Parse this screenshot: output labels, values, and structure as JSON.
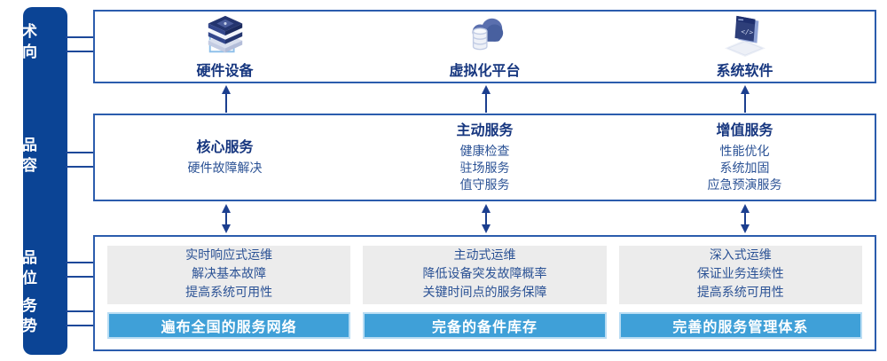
{
  "colors": {
    "sidebar-bg": "#0b4495",
    "box-border": "#2b5cad",
    "title-text": "#16367f",
    "body-text": "#2b5295",
    "banner-bg": "#3fa0d8",
    "panel-gray": "#ececec",
    "arrow": "#1c3f8f"
  },
  "sidebar": {
    "items": [
      {
        "lines": [
          "技术",
          "方向"
        ]
      },
      {
        "lines": [
          "产品",
          "内容"
        ]
      },
      {
        "lines": [
          "产品",
          "定位"
        ]
      },
      {
        "lines": [
          "服务",
          "优势"
        ]
      }
    ]
  },
  "top": {
    "groups": [
      {
        "icon": "server-stack-icon",
        "label": "硬件设备"
      },
      {
        "icon": "cloud-platform-icon",
        "label": "虚拟化平台"
      },
      {
        "icon": "code-window-icon",
        "label": "系统软件"
      }
    ]
  },
  "middle": {
    "columns": [
      {
        "title": "核心服务",
        "items": [
          "硬件故障解决"
        ]
      },
      {
        "title": "主动服务",
        "items": [
          "健康检查",
          "驻场服务",
          "值守服务"
        ]
      },
      {
        "title": "增值服务",
        "items": [
          "性能优化",
          "系统加固",
          "应急预演服务"
        ]
      }
    ]
  },
  "bottom": {
    "columns": [
      {
        "points": [
          "实时响应式运维",
          "解决基本故障",
          "提高系统可用性"
        ],
        "banner": "遍布全国的服务网络"
      },
      {
        "points": [
          "主动式运维",
          "降低设备突发故障概率",
          "关键时间点的服务保障"
        ],
        "banner": "完备的备件库存"
      },
      {
        "points": [
          "深入式运维",
          "保证业务连续性",
          "提高系统可用性"
        ],
        "banner": "完善的服务管理体系"
      }
    ]
  }
}
